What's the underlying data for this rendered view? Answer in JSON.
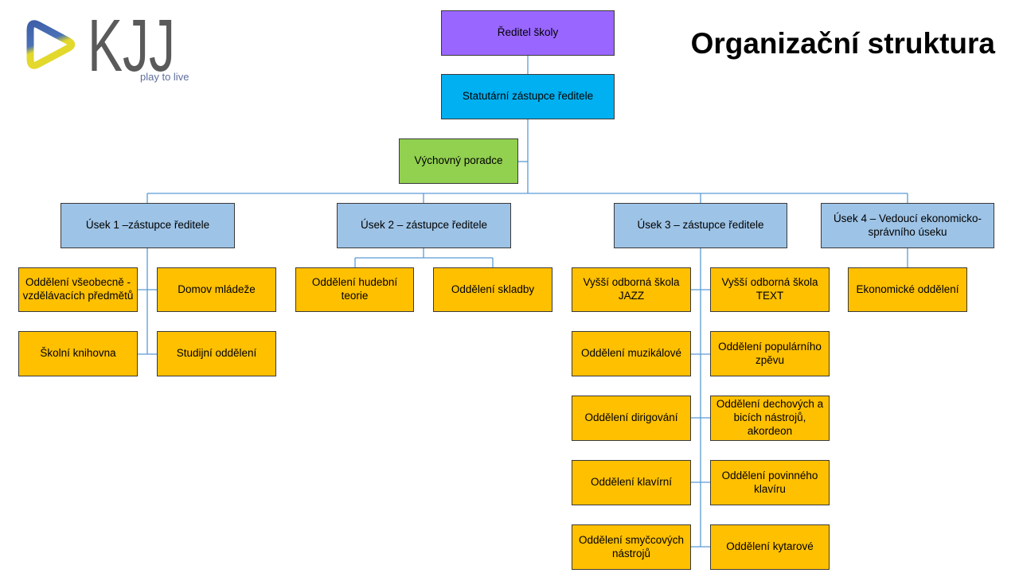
{
  "logo": {
    "wordmark": "KJJ",
    "tagline": "play to live",
    "icon": "play-triangle-icon",
    "colors": {
      "blue": "#3F5FAA",
      "yellow": "#E3D82C",
      "text": "#5A5A5A",
      "tagline": "#5E6F9C"
    }
  },
  "title": "Organizační struktura",
  "org": {
    "director": "Ředitel školy",
    "deputy": "Statutární zástupce ředitele",
    "advisor": "Výchovný poradce",
    "sections": [
      {
        "label": "Úsek 1 –zástupce ředitele",
        "departments": [
          "Oddělení všeobecně - vzdělávacích předmětů",
          "Domov mládeže",
          "Školní knihovna",
          "Studijní oddělení"
        ]
      },
      {
        "label": "Úsek 2 – zástupce ředitele",
        "departments": [
          "Oddělení hudební teorie",
          "Oddělení skladby"
        ]
      },
      {
        "label": "Úsek 3 – zástupce ředitele",
        "departments": [
          "Vyšší odborná škola JAZZ",
          "Vyšší odborná škola TEXT",
          "Oddělení muzikálové",
          "Oddělení populárního zpěvu",
          "Oddělení dirigování",
          "Oddělení dechových a bicích nástrojů, akordeon",
          "Oddělení klavírní",
          "Oddělení povinného klavíru",
          "Oddělení smyčcových nástrojů",
          "Oddělení kytarové"
        ]
      },
      {
        "label": "Úsek 4 – Vedoucí ekonomicko-správního úseku",
        "departments": [
          "Ekonomické oddělení"
        ]
      }
    ]
  },
  "colors": {
    "director": "#9966FF",
    "deputy": "#00B0F0",
    "advisor": "#92D050",
    "section": "#9DC3E6",
    "department": "#FFC000",
    "connector": "#5B9BD5",
    "border": "#3A3A3A"
  }
}
